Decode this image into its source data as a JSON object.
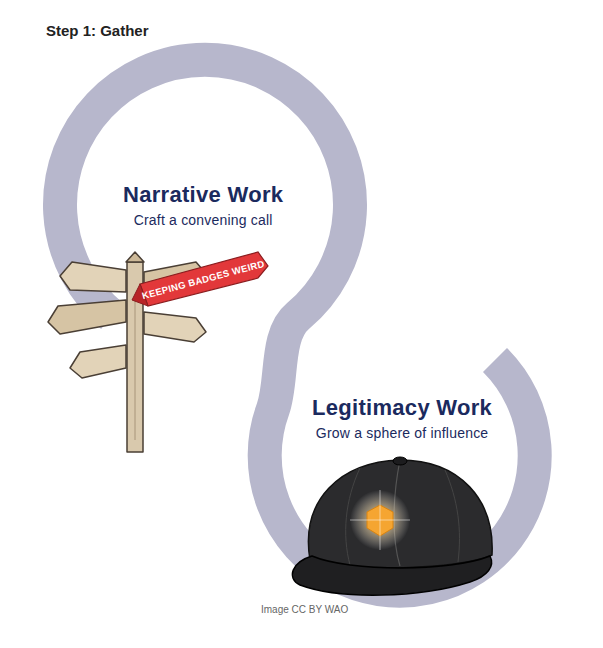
{
  "diagram": {
    "title": "Step 1: Gather",
    "caption": "Image CC BY WAO",
    "nodes": [
      {
        "text": [
          "Narrative Work",
          "Craft a convening call"
        ]
      },
      {
        "text": [
          "Legitimacy Work",
          "Grow a sphere of influence"
        ]
      }
    ],
    "labels": [
      "KEEPING BADGES WEIRD"
    ]
  }
}
